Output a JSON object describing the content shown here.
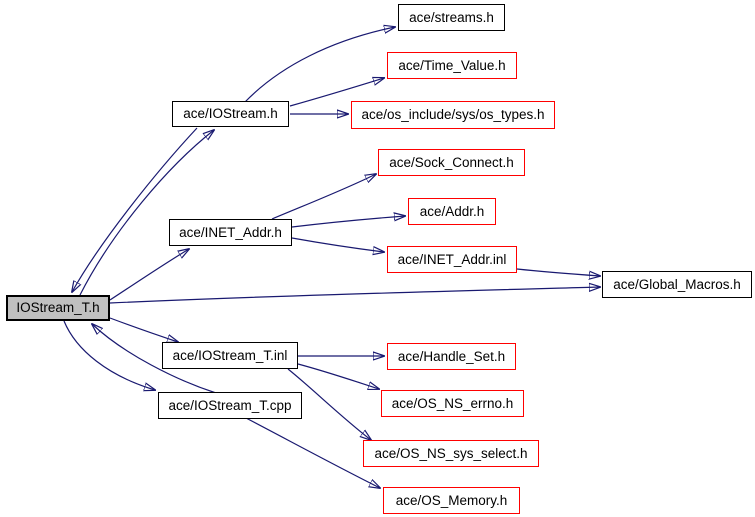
{
  "graph": {
    "main_file": "IOStream_T.h",
    "colors": {
      "background": "#ffffff",
      "edge": "#191970",
      "internal_node_border": "#000000",
      "external_node_border": "#ff0000",
      "main_node_fill": "#c0c0c0",
      "text": "#000000"
    },
    "nodes": [
      {
        "id": 0,
        "label": "IOStream_T.h",
        "style": "main"
      },
      {
        "id": 1,
        "label": "ace/IOStream.h",
        "style": "internal"
      },
      {
        "id": 2,
        "label": "ace/streams.h",
        "style": "internal"
      },
      {
        "id": 3,
        "label": "ace/Time_Value.h",
        "style": "external"
      },
      {
        "id": 4,
        "label": "ace/os_include/sys/os_types.h",
        "style": "external"
      },
      {
        "id": 5,
        "label": "ace/Sock_Connect.h",
        "style": "external"
      },
      {
        "id": 6,
        "label": "ace/Addr.h",
        "style": "external"
      },
      {
        "id": 7,
        "label": "ace/INET_Addr.h",
        "style": "internal"
      },
      {
        "id": 8,
        "label": "ace/INET_Addr.inl",
        "style": "external"
      },
      {
        "id": 9,
        "label": "ace/Global_Macros.h",
        "style": "internal"
      },
      {
        "id": 10,
        "label": "ace/IOStream_T.inl",
        "style": "internal"
      },
      {
        "id": 11,
        "label": "ace/Handle_Set.h",
        "style": "external"
      },
      {
        "id": 12,
        "label": "ace/OS_NS_errno.h",
        "style": "external"
      },
      {
        "id": 13,
        "label": "ace/IOStream_T.cpp",
        "style": "internal"
      },
      {
        "id": 14,
        "label": "ace/OS_NS_sys_select.h",
        "style": "external"
      },
      {
        "id": 15,
        "label": "ace/OS_Memory.h",
        "style": "external"
      }
    ],
    "edges": [
      {
        "from": "IOStream_T.h",
        "to": "ace/IOStream.h"
      },
      {
        "from": "ace/IOStream.h",
        "to": "IOStream_T.h"
      },
      {
        "from": "ace/IOStream.h",
        "to": "ace/streams.h"
      },
      {
        "from": "ace/IOStream.h",
        "to": "ace/Time_Value.h"
      },
      {
        "from": "ace/IOStream.h",
        "to": "ace/os_include/sys/os_types.h"
      },
      {
        "from": "IOStream_T.h",
        "to": "ace/INET_Addr.h"
      },
      {
        "from": "ace/INET_Addr.h",
        "to": "ace/Sock_Connect.h"
      },
      {
        "from": "ace/INET_Addr.h",
        "to": "ace/Addr.h"
      },
      {
        "from": "ace/INET_Addr.h",
        "to": "ace/INET_Addr.inl"
      },
      {
        "from": "ace/INET_Addr.inl",
        "to": "ace/Global_Macros.h"
      },
      {
        "from": "IOStream_T.h",
        "to": "ace/Global_Macros.h"
      },
      {
        "from": "IOStream_T.h",
        "to": "ace/IOStream_T.inl"
      },
      {
        "from": "ace/IOStream_T.inl",
        "to": "ace/Handle_Set.h"
      },
      {
        "from": "ace/IOStream_T.inl",
        "to": "ace/OS_NS_errno.h"
      },
      {
        "from": "ace/IOStream_T.inl",
        "to": "ace/OS_NS_sys_select.h"
      },
      {
        "from": "IOStream_T.h",
        "to": "ace/IOStream_T.cpp"
      },
      {
        "from": "ace/IOStream_T.cpp",
        "to": "IOStream_T.h"
      },
      {
        "from": "ace/IOStream_T.cpp",
        "to": "ace/OS_Memory.h"
      }
    ]
  }
}
